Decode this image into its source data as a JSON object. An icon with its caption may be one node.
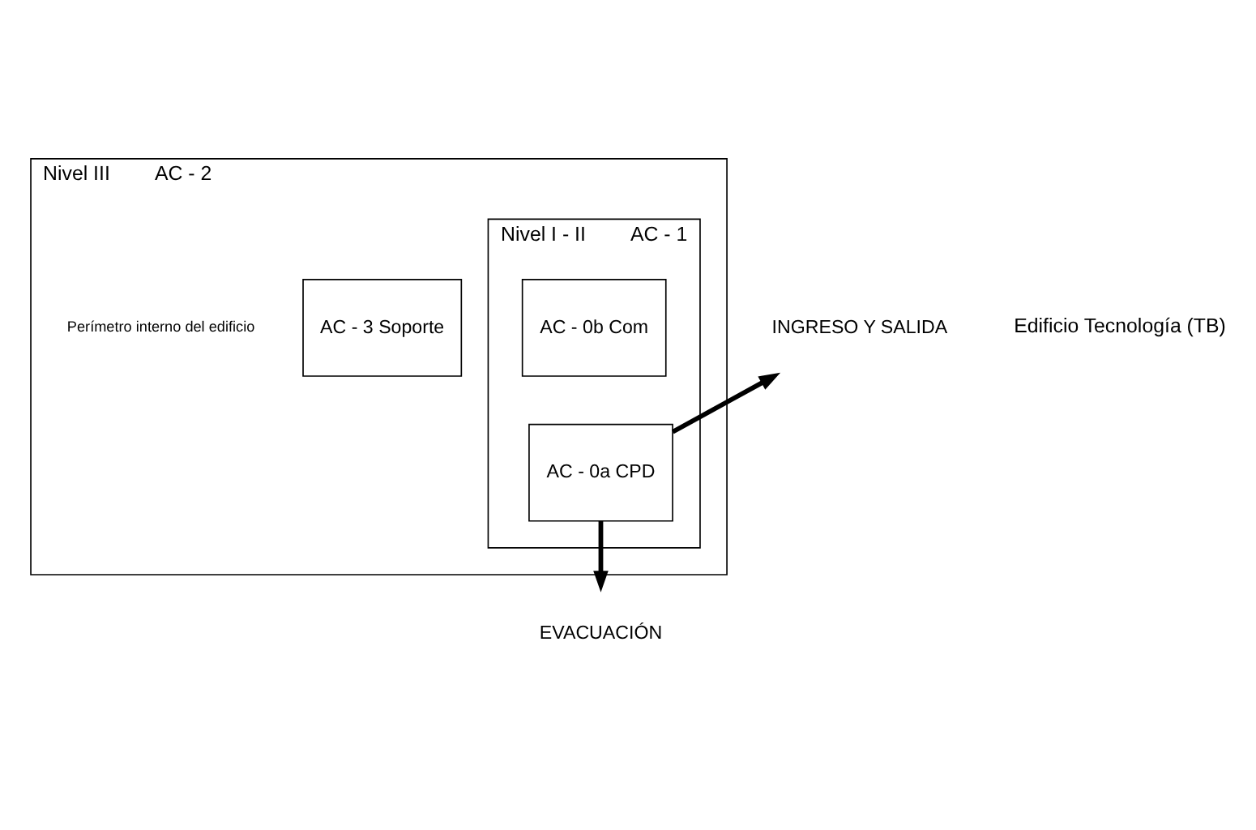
{
  "diagram": {
    "nodes": [
      {
        "text": [
          "Nivel III",
          "AC - 2",
          "Perímetro interno del edificio"
        ]
      },
      {
        "text": [
          "Nivel I - II",
          "AC - 1"
        ],
        "in": 0
      },
      {
        "text": [
          "AC - 0a CPD"
        ],
        "in": 1
      },
      {
        "text": [
          "AC - 0b Com"
        ],
        "in": 1
      },
      {
        "text": [
          "AC - 3 Soporte"
        ],
        "in": 0
      },
      {
        "text": [
          "INGRESO Y SALIDA"
        ]
      },
      {
        "text": [
          "EVACUACIÓN"
        ]
      }
    ],
    "edges": [
      {
        "from": 2,
        "to": 5,
        "arrow": "to"
      },
      {
        "from": 2,
        "to": 6,
        "arrow": "to"
      }
    ],
    "labels": [
      "Edificio Tecnología (TB)"
    ]
  }
}
